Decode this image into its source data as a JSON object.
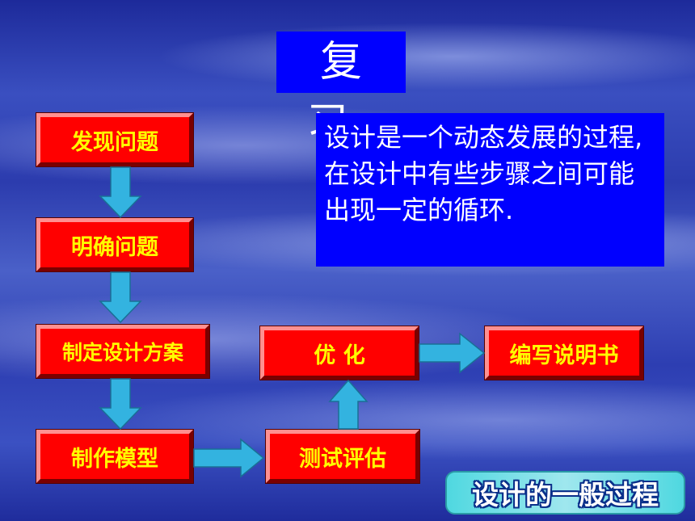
{
  "title": "复 习",
  "steps": {
    "s1": "发现问题",
    "s2": "明确问题",
    "s3": "制定设计方案",
    "s4": "制作模型",
    "s5": "测试评估",
    "s6": "优 化",
    "s7": "编写说明书"
  },
  "note": "设计是一个动态发展的过程,在设计中有些步骤之间可能出现一定的循环.",
  "badge": "设计的一般过程",
  "colors": {
    "box_fill": "#ff0000",
    "box_text": "#ffff00",
    "title_bg": "#0000ff",
    "arrow_fill": "#33b3e0"
  }
}
